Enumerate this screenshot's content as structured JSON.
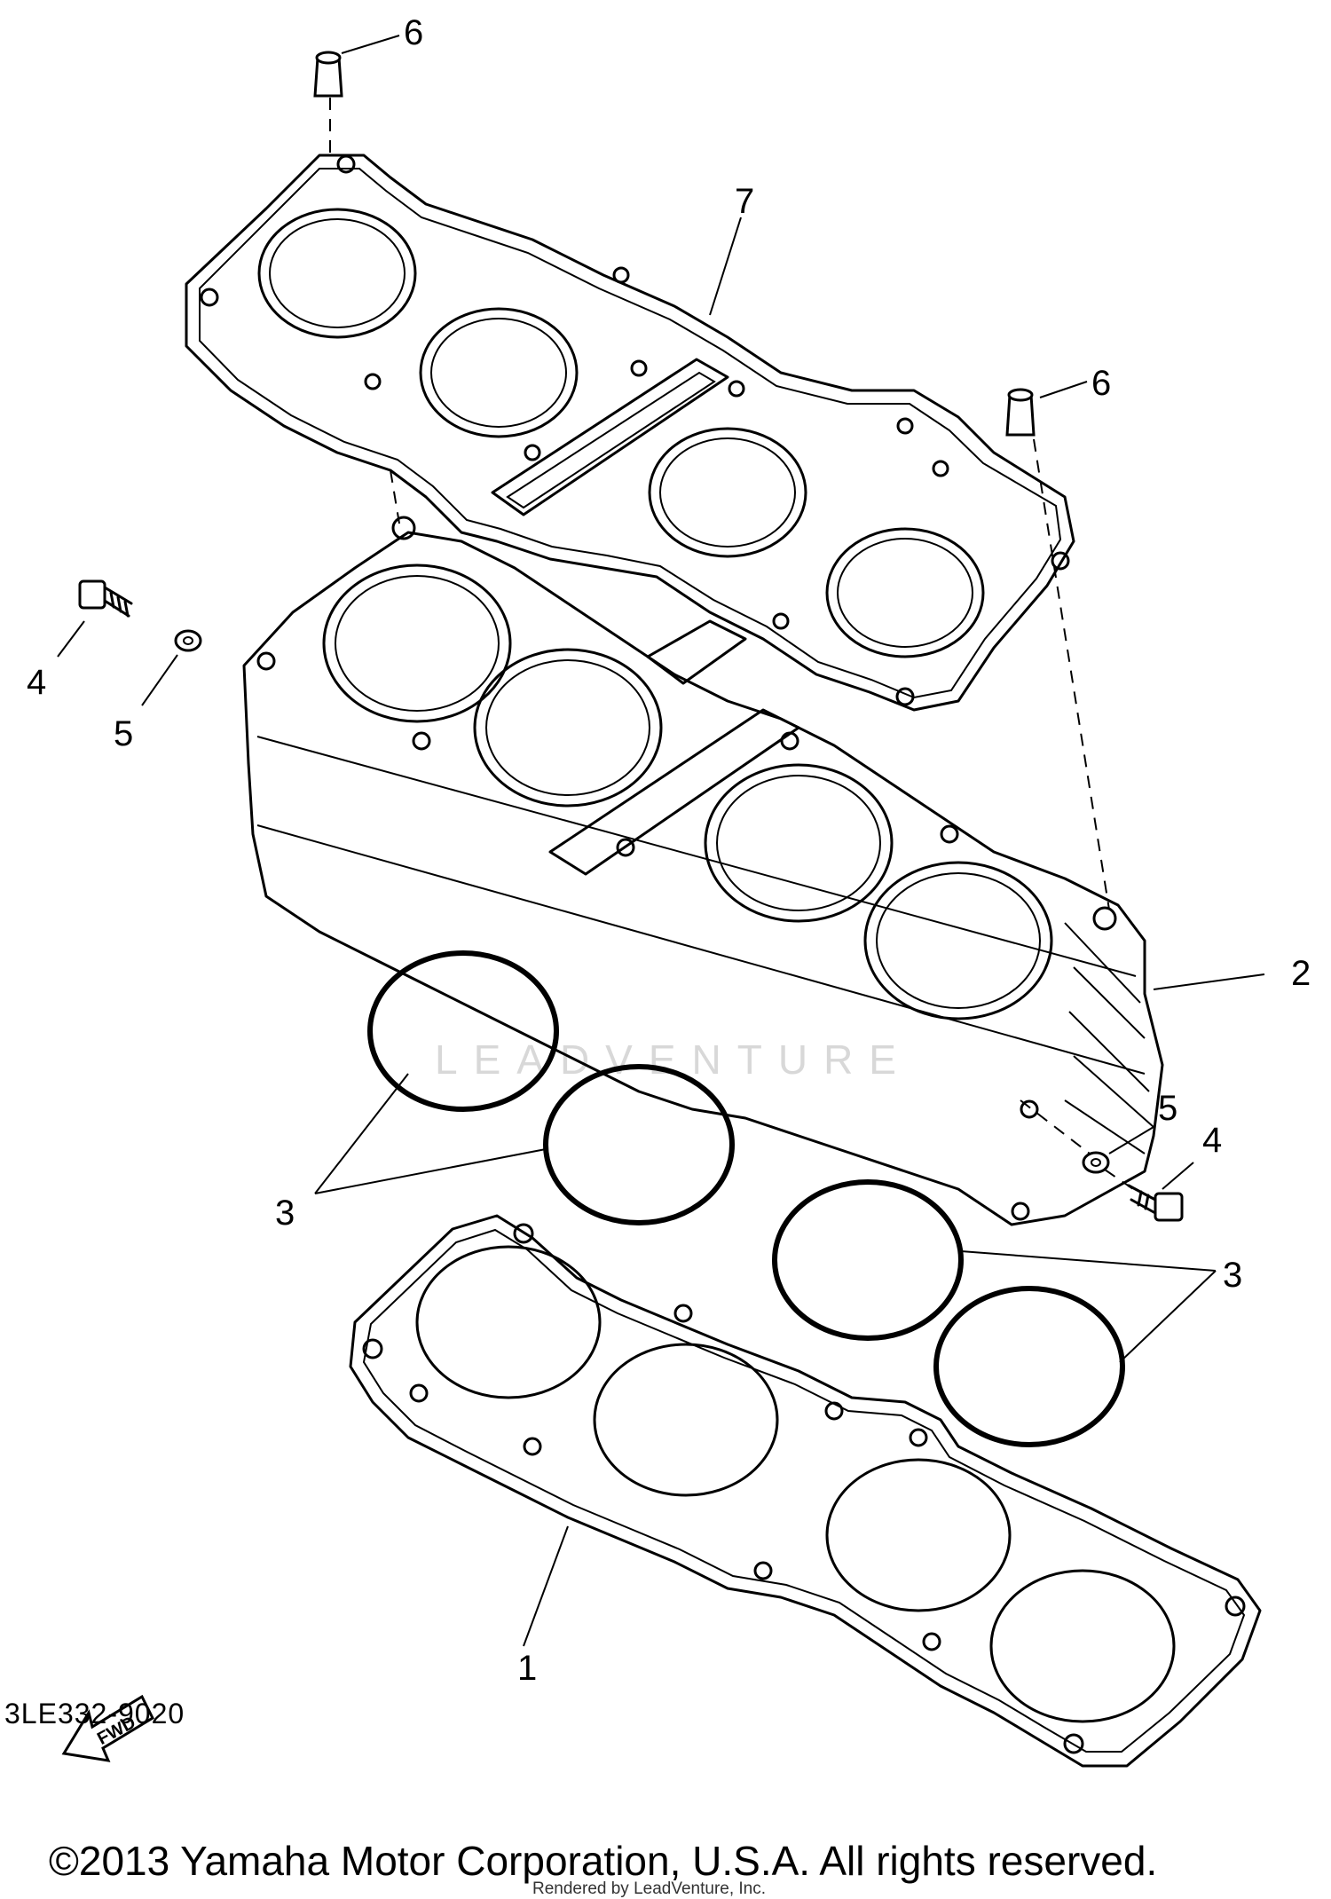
{
  "callouts": {
    "c1": "1",
    "c2": "2",
    "c3a": "3",
    "c3b": "3",
    "c4a": "4",
    "c4b": "4",
    "c5a": "5",
    "c5b": "5",
    "c6a": "6",
    "c6b": "6",
    "c7": "7"
  },
  "fwd_arrow": {
    "label": "FWD"
  },
  "watermark": "LEADVENTURE",
  "part_number": "3LE332-9020",
  "copyright": "©2013 Yamaha Motor Corporation, U.S.A. All rights reserved.",
  "render_note": "Rendered by LeadVenture, Inc."
}
